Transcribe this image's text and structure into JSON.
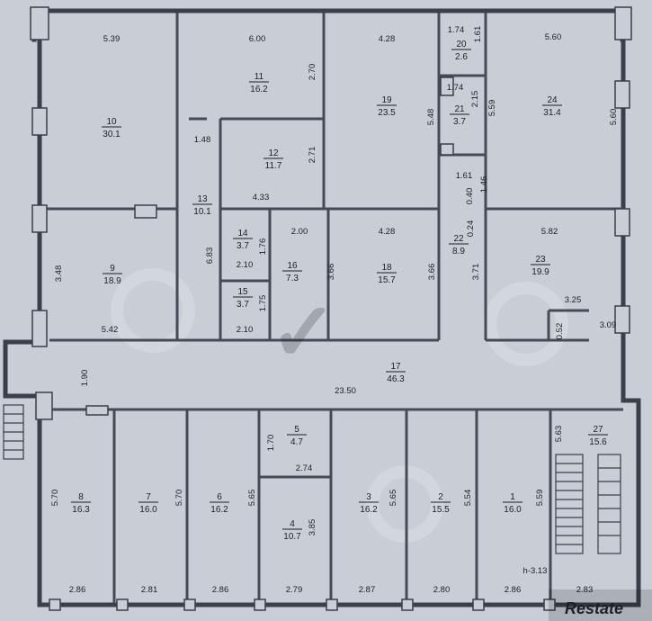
{
  "rooms": [
    {
      "id": "r10",
      "number": "10",
      "area": "30.1"
    },
    {
      "id": "r11",
      "number": "11",
      "area": "16.2"
    },
    {
      "id": "r12",
      "number": "12",
      "area": "11.7"
    },
    {
      "id": "r13",
      "number": "13",
      "area": "10.1"
    },
    {
      "id": "r19",
      "number": "19",
      "area": "23.5"
    },
    {
      "id": "r20",
      "number": "20",
      "area": "2.6"
    },
    {
      "id": "r21",
      "number": "21",
      "area": "3.7"
    },
    {
      "id": "r24",
      "number": "24",
      "area": "31.4"
    },
    {
      "id": "r9",
      "number": "9",
      "area": "18.9"
    },
    {
      "id": "r14",
      "number": "14",
      "area": "3.7"
    },
    {
      "id": "r15",
      "number": "15",
      "area": "3.7"
    },
    {
      "id": "r16",
      "number": "16",
      "area": "7.3"
    },
    {
      "id": "r18",
      "number": "18",
      "area": "15.7"
    },
    {
      "id": "r22",
      "number": "22",
      "area": "8.9"
    },
    {
      "id": "r23",
      "number": "23",
      "area": "19.9"
    },
    {
      "id": "r17",
      "number": "17",
      "area": "46.3"
    },
    {
      "id": "r8",
      "number": "8",
      "area": "16.3"
    },
    {
      "id": "r7",
      "number": "7",
      "area": "16.0"
    },
    {
      "id": "r6",
      "number": "6",
      "area": "16.2"
    },
    {
      "id": "r5",
      "number": "5",
      "area": "4.7"
    },
    {
      "id": "r4",
      "number": "4",
      "area": "10.7"
    },
    {
      "id": "r3",
      "number": "3",
      "area": "16.2"
    },
    {
      "id": "r2",
      "number": "2",
      "area": "15.5"
    },
    {
      "id": "r1",
      "number": "1",
      "area": "16.0"
    },
    {
      "id": "r27",
      "number": "27",
      "area": "15.6"
    }
  ],
  "dimensions": [
    {
      "id": "d1",
      "text": "5.39"
    },
    {
      "id": "d2",
      "text": "6.00"
    },
    {
      "id": "d3",
      "text": "4.28"
    },
    {
      "id": "d4",
      "text": "1.74"
    },
    {
      "id": "d5",
      "text": "1.61"
    },
    {
      "id": "d6",
      "text": "5.60"
    },
    {
      "id": "d7",
      "text": "5.59"
    },
    {
      "id": "d8",
      "text": "2.70"
    },
    {
      "id": "d9",
      "text": "1.74"
    },
    {
      "id": "d10",
      "text": "2.15"
    },
    {
      "id": "d11",
      "text": "5.48"
    },
    {
      "id": "d12",
      "text": "5.60"
    },
    {
      "id": "d13",
      "text": "1.48"
    },
    {
      "id": "d14",
      "text": "2.71"
    },
    {
      "id": "d15",
      "text": "1.61"
    },
    {
      "id": "d16",
      "text": "1.46"
    },
    {
      "id": "d17",
      "text": "0.40"
    },
    {
      "id": "d18",
      "text": "4.33"
    },
    {
      "id": "d19",
      "text": "0.24"
    },
    {
      "id": "d20",
      "text": "2.00"
    },
    {
      "id": "d21",
      "text": "4.28"
    },
    {
      "id": "d22",
      "text": "5.82"
    },
    {
      "id": "d23",
      "text": "6.83"
    },
    {
      "id": "d24",
      "text": "1.76"
    },
    {
      "id": "d25",
      "text": "2.10"
    },
    {
      "id": "d26",
      "text": "3.66"
    },
    {
      "id": "d27",
      "text": "3.66"
    },
    {
      "id": "d28",
      "text": "3.71"
    },
    {
      "id": "d29",
      "text": "3.48"
    },
    {
      "id": "d30",
      "text": "1.75"
    },
    {
      "id": "d31",
      "text": "3.25"
    },
    {
      "id": "d32",
      "text": "2.10"
    },
    {
      "id": "d33",
      "text": "0.52"
    },
    {
      "id": "d34",
      "text": "3.09"
    },
    {
      "id": "d35",
      "text": "5.42"
    },
    {
      "id": "d36",
      "text": "1.90"
    },
    {
      "id": "d37",
      "text": "23.50"
    },
    {
      "id": "d38",
      "text": "1.70"
    },
    {
      "id": "d39",
      "text": "5.63"
    },
    {
      "id": "d40",
      "text": "2.74"
    },
    {
      "id": "d41",
      "text": "5.70"
    },
    {
      "id": "d42",
      "text": "5.70"
    },
    {
      "id": "d43",
      "text": "5.65"
    },
    {
      "id": "d44",
      "text": "5.65"
    },
    {
      "id": "d45",
      "text": "5.54"
    },
    {
      "id": "d46",
      "text": "5.59"
    },
    {
      "id": "d47",
      "text": "3.85"
    },
    {
      "id": "d48",
      "text": "h-3.13"
    },
    {
      "id": "d49",
      "text": "2.86"
    },
    {
      "id": "d50",
      "text": "2.81"
    },
    {
      "id": "d51",
      "text": "2.86"
    },
    {
      "id": "d52",
      "text": "2.79"
    },
    {
      "id": "d53",
      "text": "2.87"
    },
    {
      "id": "d54",
      "text": "2.80"
    },
    {
      "id": "d55",
      "text": "2.86"
    },
    {
      "id": "d56",
      "text": "2.83"
    }
  ],
  "watermark": {
    "brand": "Restate"
  }
}
